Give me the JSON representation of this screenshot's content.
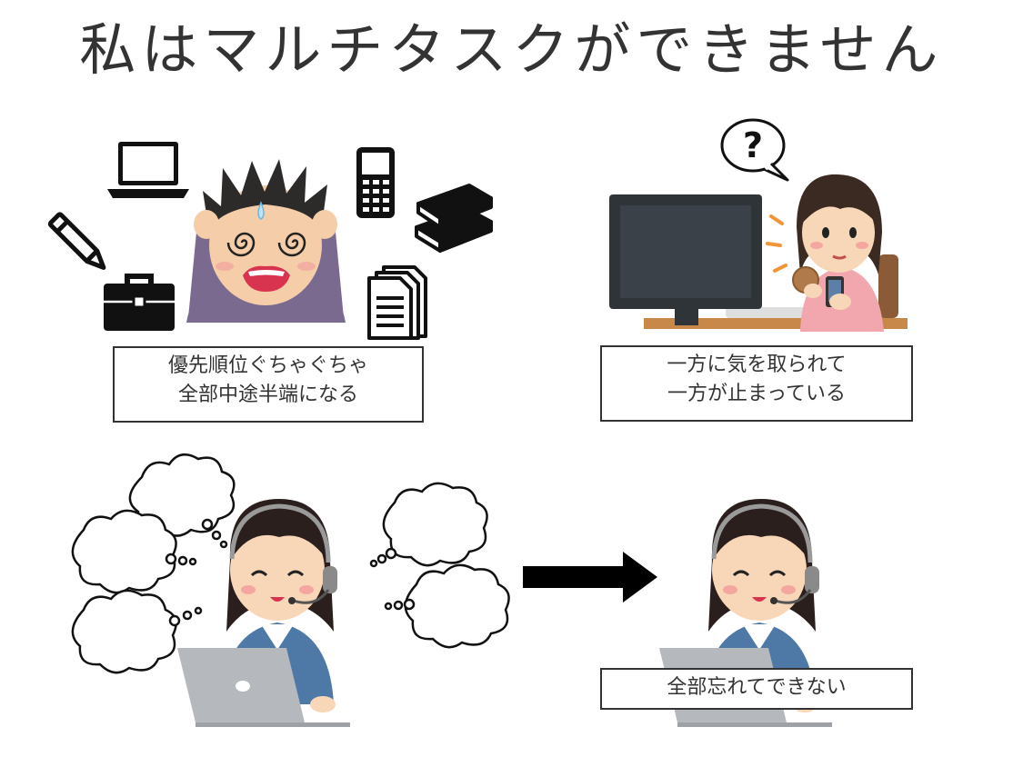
{
  "title": "私はマルチタスクができません",
  "panels": [
    {
      "caption_lines": [
        "優先順位ぐちゃぐちゃ",
        "全部中途半端になる"
      ]
    },
    {
      "caption_lines": [
        "一方に気を取られて",
        "一方が止まっている"
      ],
      "bubble_text": "?"
    },
    {
      "caption_lines": [
        "全部忘れてできない"
      ]
    }
  ],
  "icons": [
    "laptop-icon",
    "pencil-icon",
    "briefcase-icon",
    "phone-icon",
    "books-icon",
    "documents-icon",
    "headset-icon",
    "arrow-right-icon"
  ]
}
